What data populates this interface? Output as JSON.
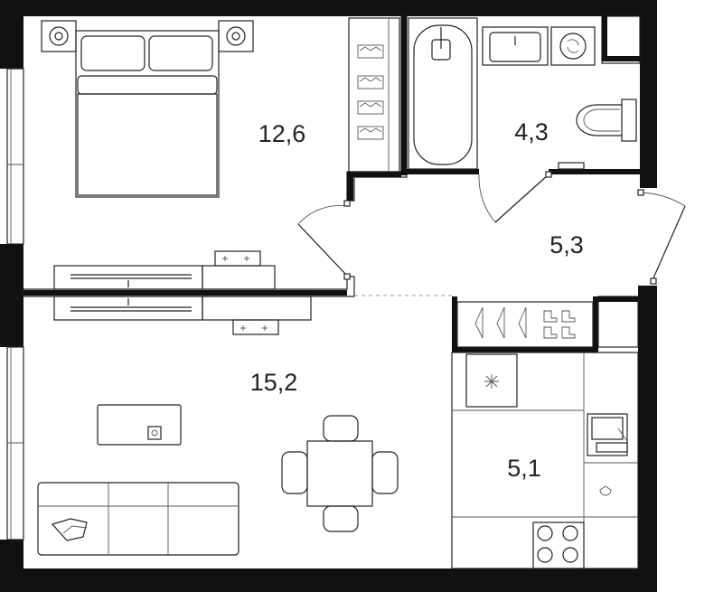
{
  "rooms": [
    {
      "id": "bedroom",
      "area": "12,6"
    },
    {
      "id": "bathroom",
      "area": "4,3"
    },
    {
      "id": "hallway",
      "area": "5,3"
    },
    {
      "id": "living",
      "area": "15,2"
    },
    {
      "id": "kitchen",
      "area": "5,1"
    }
  ]
}
